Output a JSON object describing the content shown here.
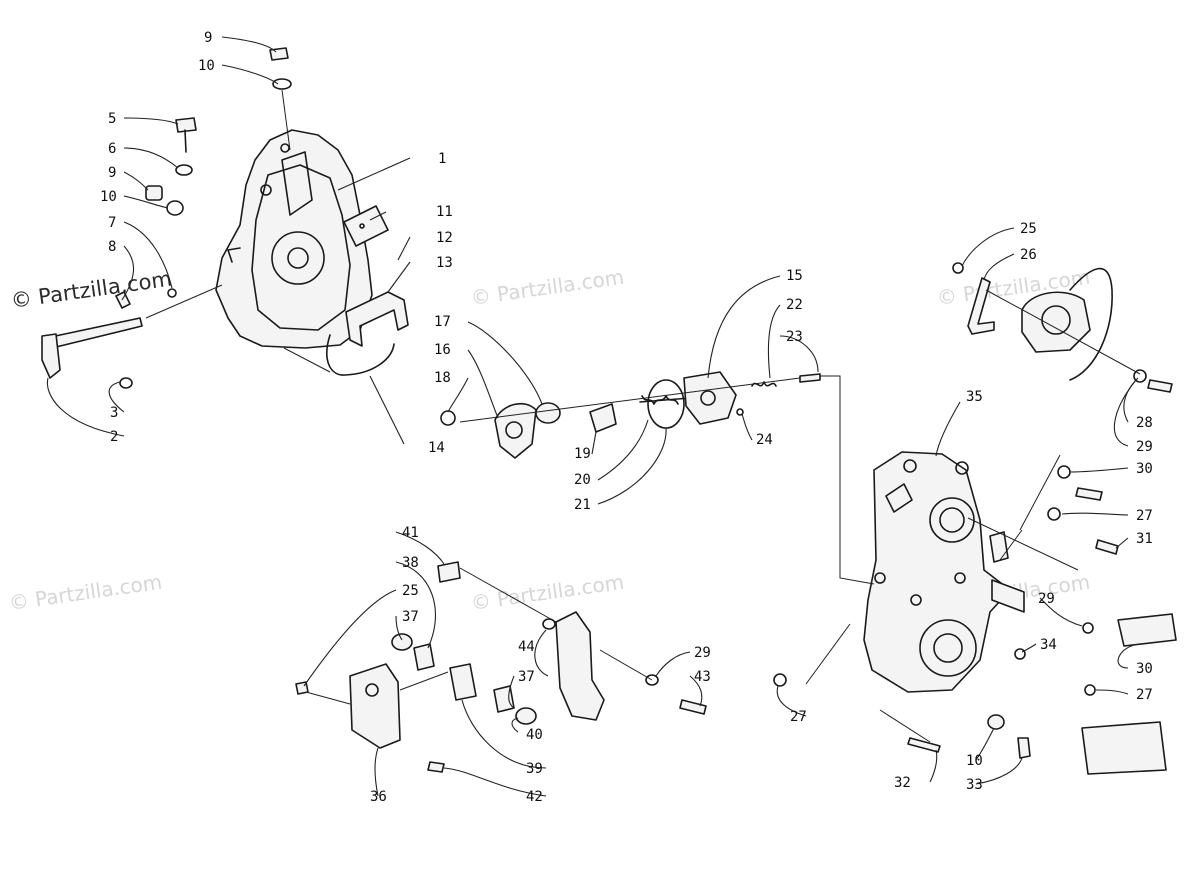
{
  "brand_text": "© Partzilla.com",
  "watermark_text": "© Partzilla.com",
  "callouts": {
    "c1": "1",
    "c2": "2",
    "c3": "3",
    "c5": "5",
    "c6": "6",
    "c7": "7",
    "c8": "8",
    "c9a": "9",
    "c9b": "9",
    "c10a": "10",
    "c10b": "10",
    "c10c": "10",
    "c11": "11",
    "c12": "12",
    "c13": "13",
    "c14": "14",
    "c15": "15",
    "c16": "16",
    "c17": "17",
    "c18": "18",
    "c19": "19",
    "c20": "20",
    "c21": "21",
    "c22": "22",
    "c23": "23",
    "c24": "24",
    "c25a": "25",
    "c25b": "25",
    "c26": "26",
    "c27a": "27",
    "c27b": "27",
    "c27c": "27",
    "c28": "28",
    "c29a": "29",
    "c29b": "29",
    "c29c": "29",
    "c30a": "30",
    "c30b": "30",
    "c31": "31",
    "c32": "32",
    "c33": "33",
    "c34": "34",
    "c35": "35",
    "c36": "36",
    "c37a": "37",
    "c37b": "37",
    "c38": "38",
    "c39": "39",
    "c40": "40",
    "c41": "41",
    "c42": "42",
    "c43": "43",
    "c44": "44"
  }
}
